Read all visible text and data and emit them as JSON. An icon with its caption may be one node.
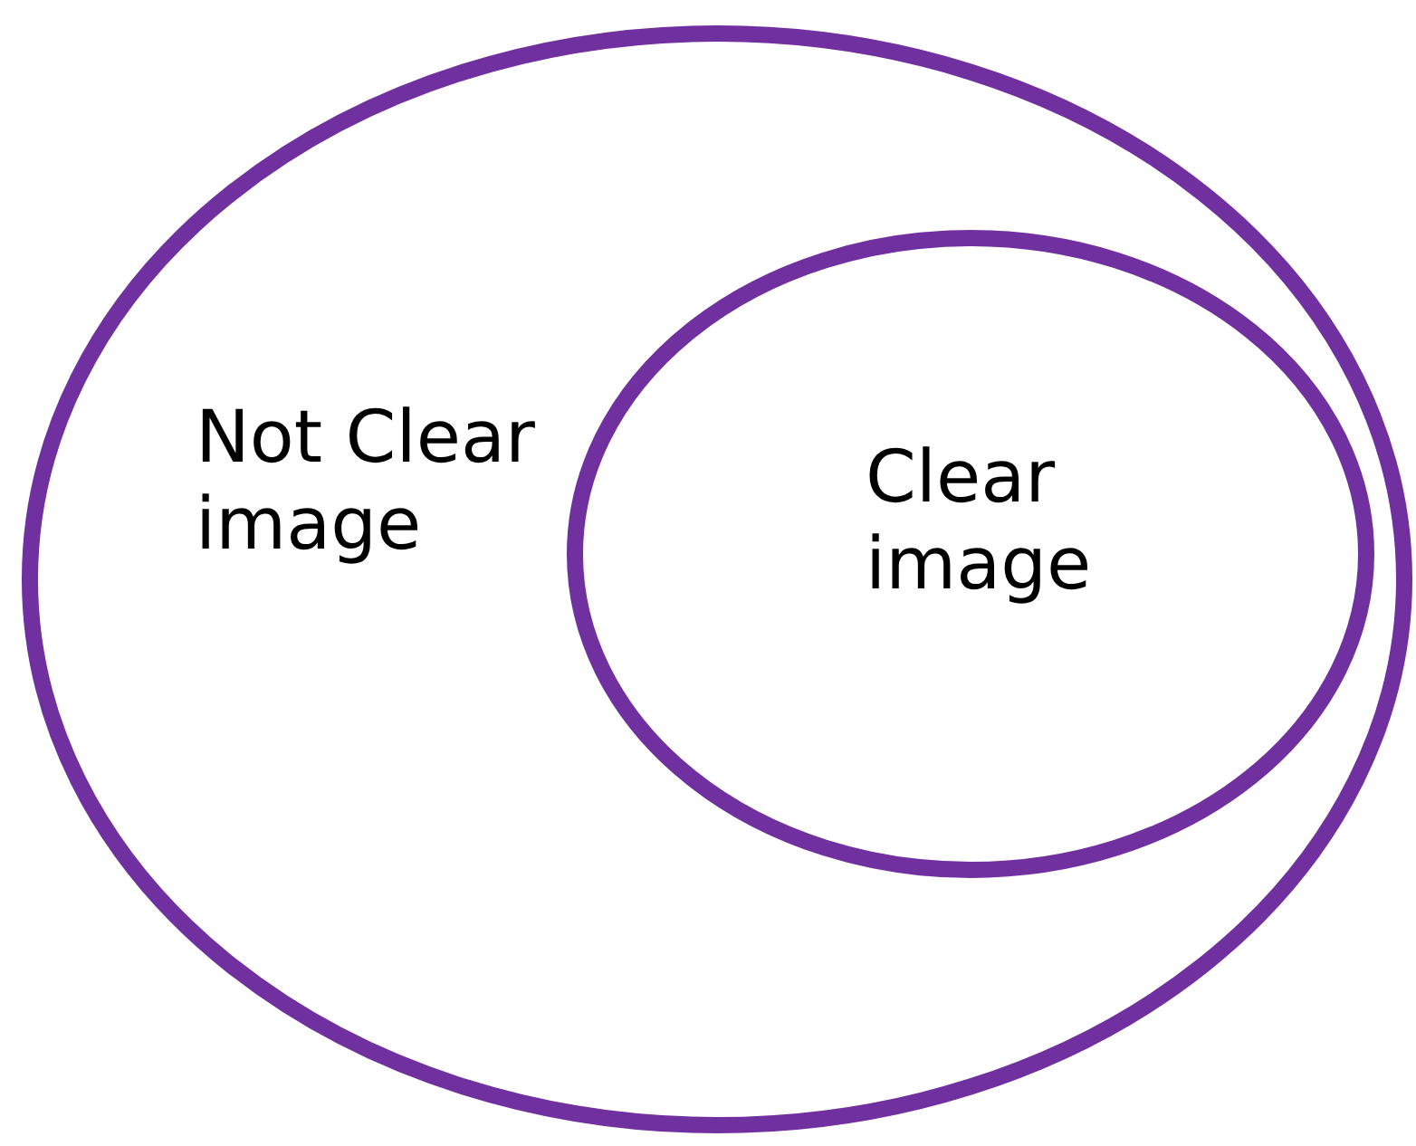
{
  "diagram": {
    "nodes": [
      {
        "text": [
          "Not Clear image"
        ]
      },
      {
        "text": [
          "Clear image"
        ],
        "in": 0
      }
    ]
  }
}
